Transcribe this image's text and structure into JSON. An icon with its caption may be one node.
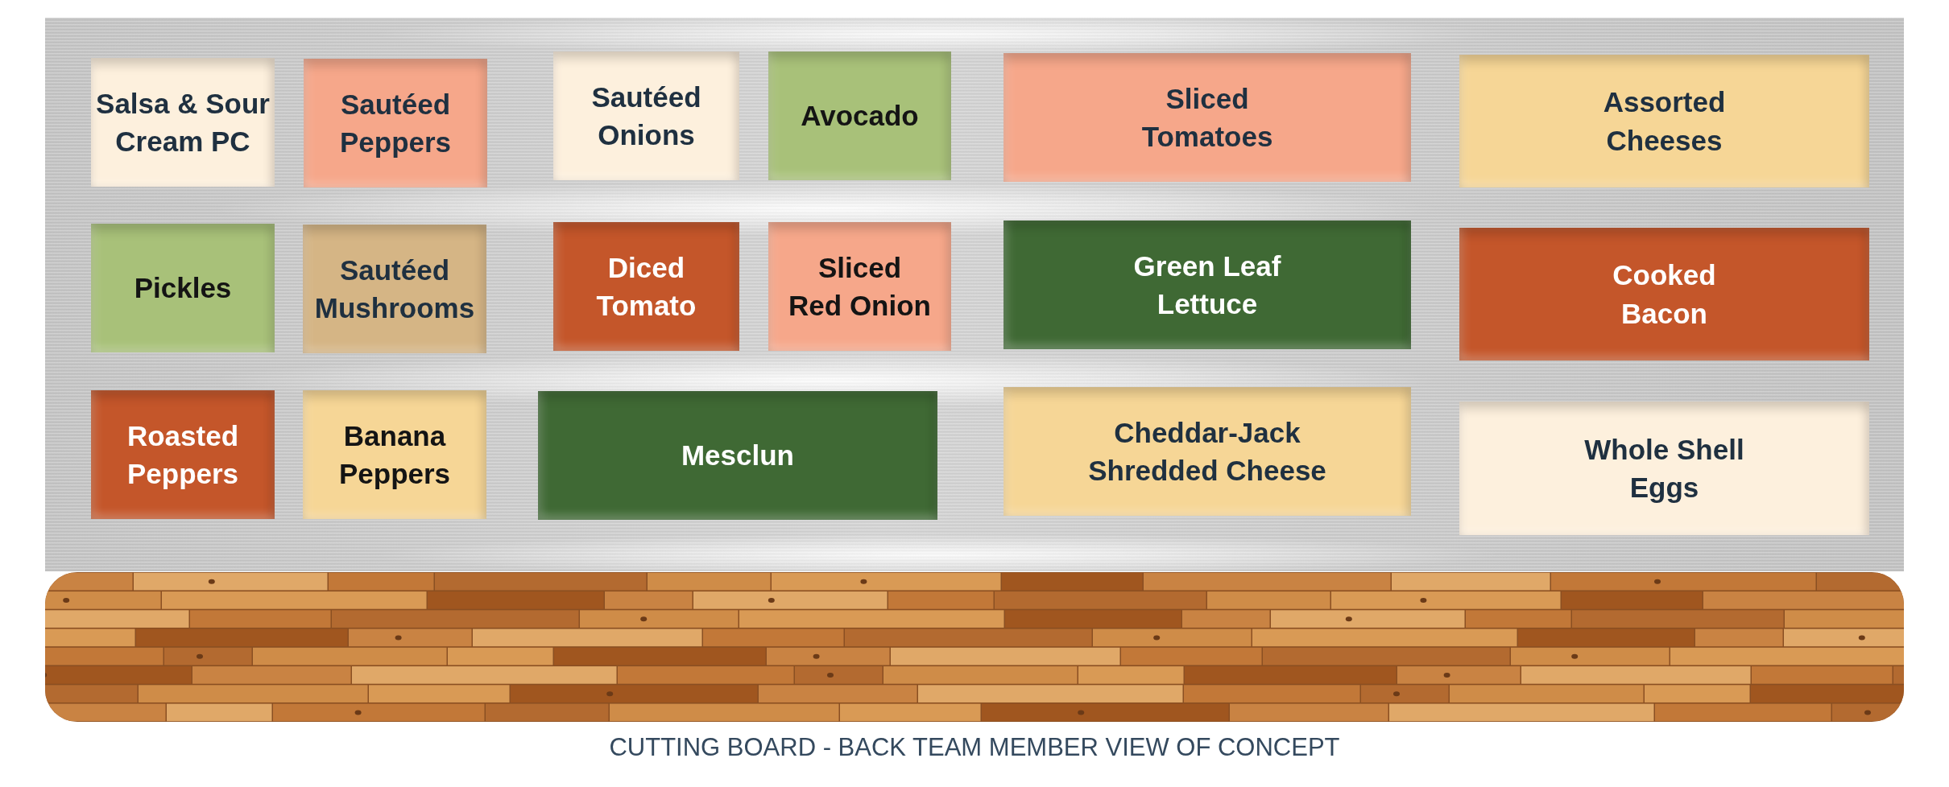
{
  "diagram": {
    "caption": "CUTTING BOARD - BACK TEAM MEMBER VIEW OF CONCEPT",
    "nodes": [
      {
        "text": [
          "Salsa & Sour Cream PC"
        ]
      },
      {
        "text": [
          "Sautéed Peppers"
        ]
      },
      {
        "text": [
          "Sautéed Onions"
        ]
      },
      {
        "text": [
          "Avocado"
        ]
      },
      {
        "text": [
          "Sliced Tomatoes"
        ]
      },
      {
        "text": [
          "Assorted Cheeses"
        ]
      },
      {
        "text": [
          "Pickles"
        ]
      },
      {
        "text": [
          "Sautéed Mushrooms"
        ]
      },
      {
        "text": [
          "Diced Tomato"
        ]
      },
      {
        "text": [
          "Sliced Red Onion"
        ]
      },
      {
        "text": [
          "Green Leaf Lettuce"
        ]
      },
      {
        "text": [
          "Cooked Bacon"
        ]
      },
      {
        "text": [
          "Roasted Peppers"
        ]
      },
      {
        "text": [
          "Banana Peppers"
        ]
      },
      {
        "text": [
          "Mesclun"
        ]
      },
      {
        "text": [
          "Cheddar-Jack Shredded Cheese"
        ]
      },
      {
        "text": [
          "Whole Shell Eggs"
        ]
      }
    ]
  }
}
